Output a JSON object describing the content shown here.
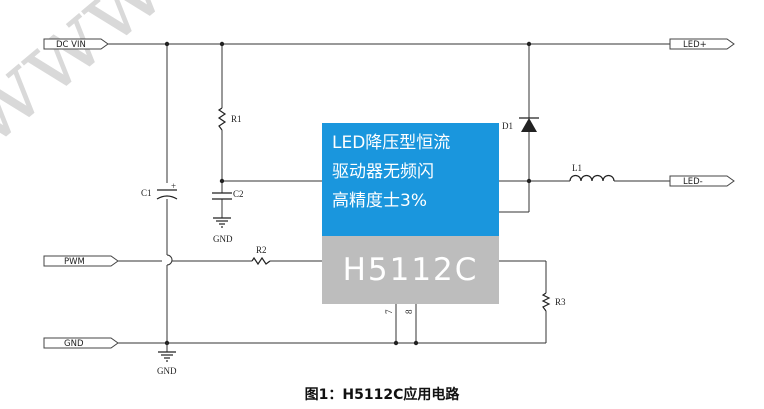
{
  "watermark": {
    "text": "www.h"
  },
  "ports": {
    "dc_vin": "DC VIN",
    "pwm": "PWM",
    "gnd": "GND",
    "led_plus": "LED+",
    "led_minus": "LED-"
  },
  "components": {
    "r1": "R1",
    "r2": "R2",
    "r3": "R3",
    "c1": "C1",
    "c1_polarity": "+",
    "c2": "C2",
    "d1": "D1",
    "l1": "L1",
    "gnd_c2": "GND",
    "gnd_bottom": "GND"
  },
  "pins": {
    "pin7": "7",
    "pin8": "8"
  },
  "chip": {
    "description_lines": [
      "LED降压型恒流",
      "驱动器无频闪",
      "高精度士3%"
    ],
    "part_number": "H5112C"
  },
  "caption": {
    "label": "图1：",
    "text": "H5112C应用电路"
  }
}
